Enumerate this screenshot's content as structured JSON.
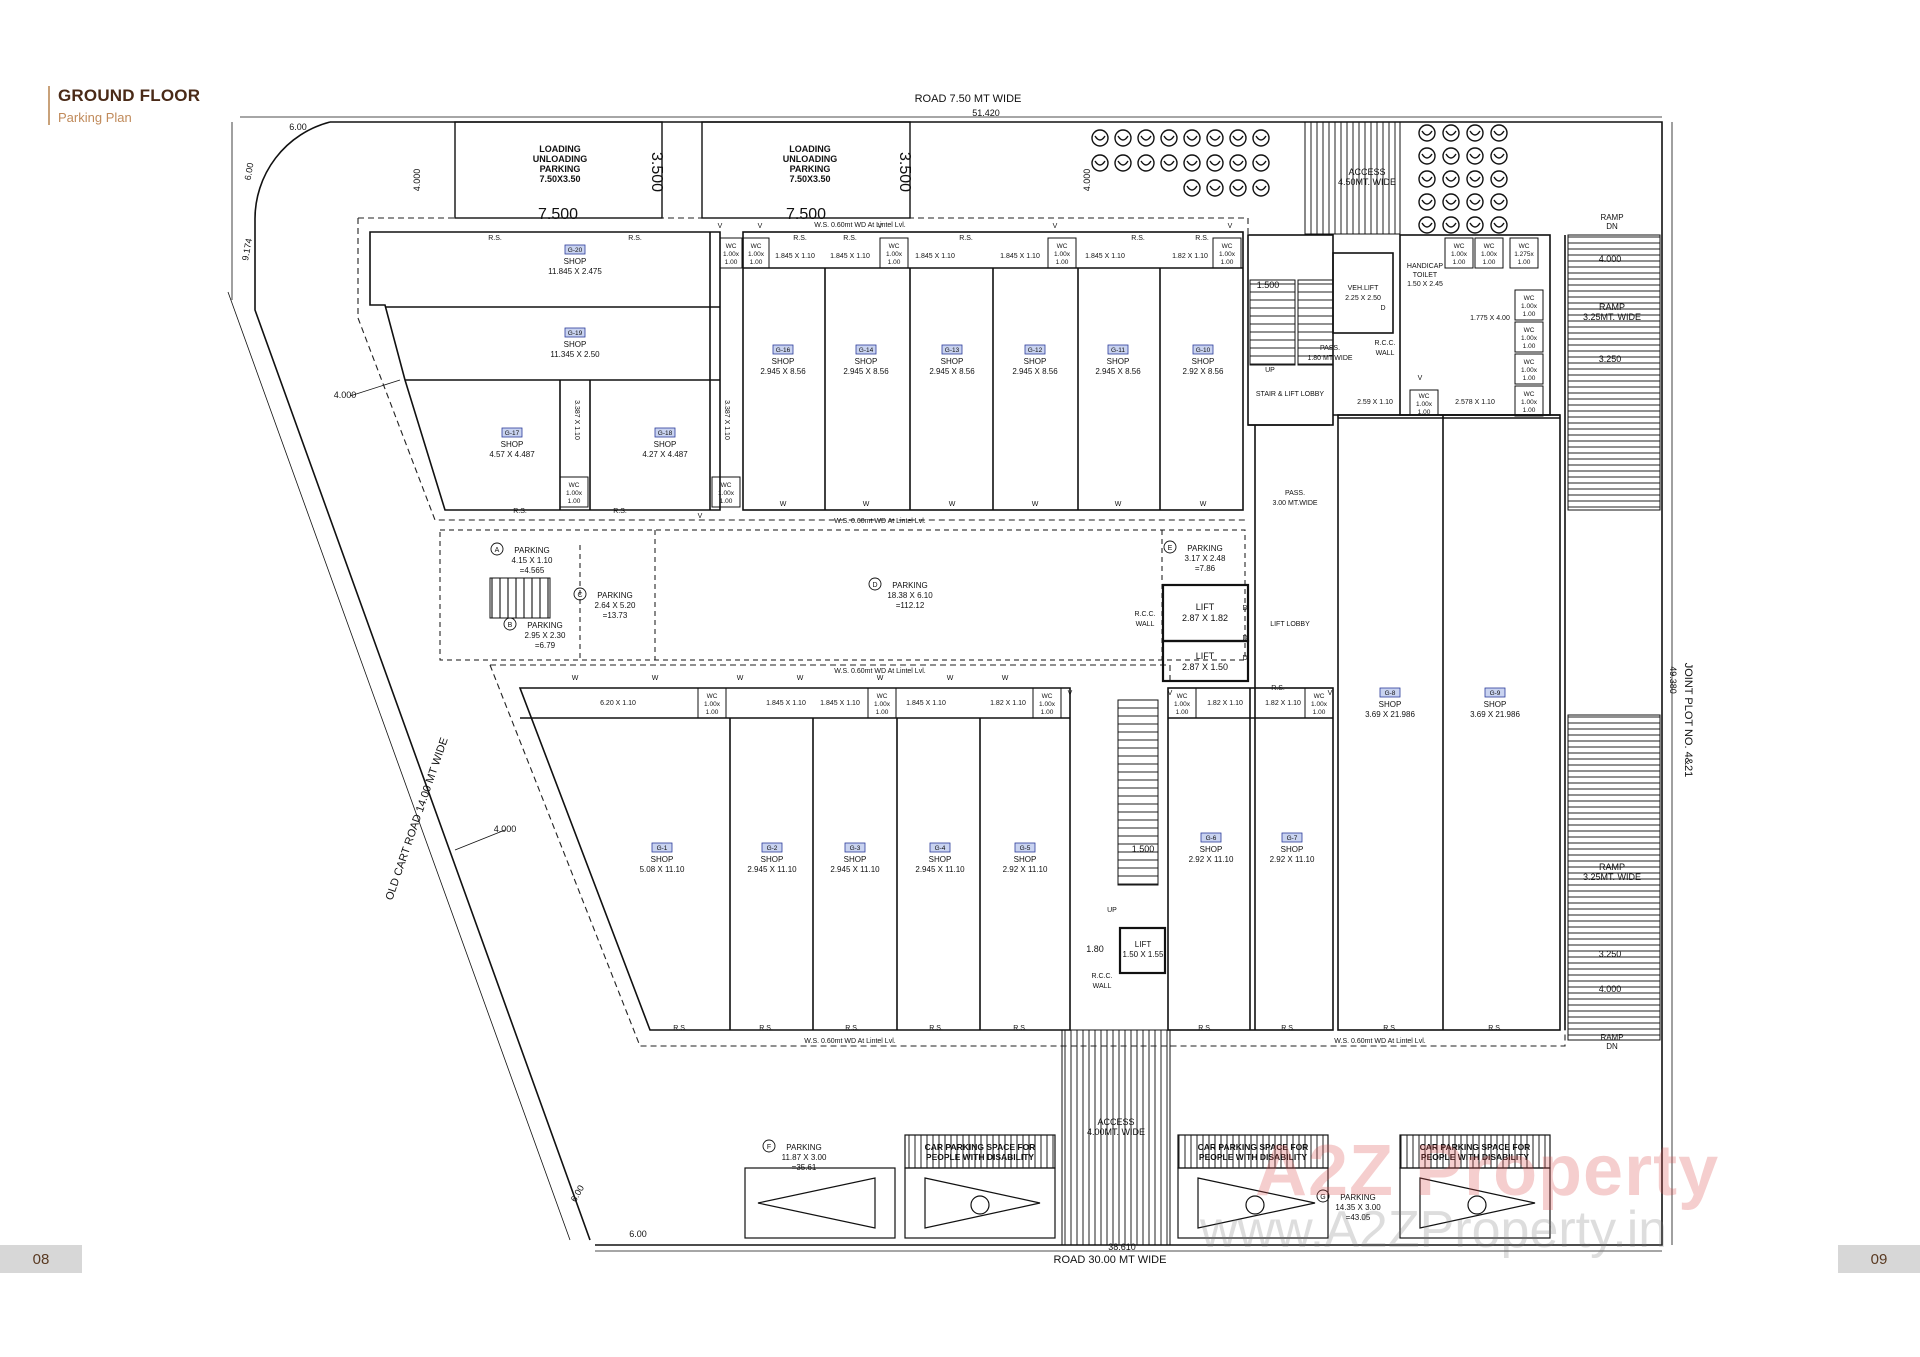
{
  "header": {
    "title": "GROUND FLOOR",
    "subtitle": "Parking Plan"
  },
  "page_numbers": {
    "left": "08",
    "right": "09"
  },
  "roads": {
    "top": "ROAD 7.50 MT WIDE",
    "top_dim": "51.420",
    "bottom": "ROAD 30.00 MT WIDE",
    "bottom_dim": "38.610",
    "left": "OLD CART ROAD 14.00 MT WIDE",
    "right": "JOINT PLOT NO. 4&21",
    "right_dim": "49.380"
  },
  "dims": {
    "d600_top": "6.00",
    "d600_left": "6.00",
    "d9174": "9.174",
    "d4000a": "4.000",
    "d4000b": "4.000",
    "d4000c": "4.000",
    "d4000d": "4.000",
    "d600_bottom": "6.00",
    "d600_bl": "6.00",
    "d1500": "1.500",
    "d3500a": "3.500",
    "d3500b": "3.500",
    "d7500a": "7.500",
    "d7500b": "7.500",
    "ramp_w1": "4.000",
    "ramp_w2": "3.250",
    "ramp_w3": "3.250",
    "ramp_w4": "4.000",
    "d180": "1.80",
    "d1500b": "1.500"
  },
  "loading": [
    {
      "line1": "LOADING",
      "line2": "UNLOADING",
      "line3": "PARKING",
      "line4": "7.50X3.50"
    },
    {
      "line1": "LOADING",
      "line2": "UNLOADING",
      "line3": "PARKING",
      "line4": "7.50X3.50"
    }
  ],
  "access_top": {
    "line1": "ACCESS",
    "line2": "4.50MT. WIDE"
  },
  "access_bottom": {
    "line1": "ACCESS",
    "line2": "4.00MT. WIDE"
  },
  "ramps": [
    {
      "line1": "RAMP",
      "line2": "DN"
    },
    {
      "line1": "RAMP",
      "line2": "3.25MT. WIDE"
    },
    {
      "line1": "RAMP",
      "line2": "3.25MT. WIDE"
    },
    {
      "line1": "RAMP",
      "line2": "DN"
    }
  ],
  "notes": {
    "ws_top": "W.S. 0.60mt WD At Lintel Lvl.",
    "ws_mid": "W.S. 0.60mt WD At Lintel Lvl.",
    "ws_mid2": "W.S. 0.60mt WD At Lintel Lvl.",
    "ws_bottom": "W.S. 0.60mt WD At Lintel Lvl.",
    "ws_bottom2": "W.S. 0.60mt WD At Lintel Lvl.",
    "stair_lobby": "STAIR & LIFT LOBBY",
    "lift_lobby": "LIFT LOBBY",
    "pass1": "PASS.",
    "pass1b": "1.80 MT.WIDE",
    "pass2": "PASS.",
    "pass2b": "3.00 MT.WIDE",
    "rcc": "R.C.C.",
    "wall": "WALL",
    "veh_lift": "VEH.LIFT",
    "veh_lift_dim": "2.25 X 2.50",
    "handicap": "HANDICAP",
    "toilet": "TOILET",
    "handicap_dim": "1.50 X 2.45",
    "up": "UP",
    "up2": "UP",
    "small_1775": "1.775 X 4.00"
  },
  "top_shops": [
    {
      "code": "G-20",
      "label": "SHOP",
      "dim": "11.845 X 2.475"
    },
    {
      "code": "G-19",
      "label": "SHOP",
      "dim": "11.345 X 2.50"
    },
    {
      "code": "G-17",
      "label": "SHOP",
      "dim": "4.57 X 4.487"
    },
    {
      "code": "G-18",
      "label": "SHOP",
      "dim": "4.27 X 4.487"
    },
    {
      "code": "G-16",
      "label": "SHOP",
      "dim": "2.945 X 8.56"
    },
    {
      "code": "G-14",
      "label": "SHOP",
      "dim": "2.945 X 8.56"
    },
    {
      "code": "G-13",
      "label": "SHOP",
      "dim": "2.945 X 8.56"
    },
    {
      "code": "G-12",
      "label": "SHOP",
      "dim": "2.945 X 8.56"
    },
    {
      "code": "G-11",
      "label": "SHOP",
      "dim": "2.945 X 8.56"
    },
    {
      "code": "G-10",
      "label": "SHOP",
      "dim": "2.92 X 8.56"
    }
  ],
  "bottom_shops": [
    {
      "code": "G-1",
      "label": "SHOP",
      "dim": "5.08 X 11.10"
    },
    {
      "code": "G-2",
      "label": "SHOP",
      "dim": "2.945 X 11.10"
    },
    {
      "code": "G-3",
      "label": "SHOP",
      "dim": "2.945 X 11.10"
    },
    {
      "code": "G-4",
      "label": "SHOP",
      "dim": "2.945 X 11.10"
    },
    {
      "code": "G-5",
      "label": "SHOP",
      "dim": "2.92 X 11.10"
    },
    {
      "code": "G-6",
      "label": "SHOP",
      "dim": "2.92 X 11.10"
    },
    {
      "code": "G-7",
      "label": "SHOP",
      "dim": "2.92 X 11.10"
    },
    {
      "code": "G-8",
      "label": "SHOP",
      "dim": "3.69 X 21.986"
    },
    {
      "code": "G-9",
      "label": "SHOP",
      "dim": "3.69 X 21.986"
    }
  ],
  "parkings": [
    {
      "letter": "A",
      "label": "PARKING",
      "dim": "4.15 X 1.10",
      "area": "=4.565"
    },
    {
      "letter": "B",
      "label": "PARKING",
      "dim": "2.95 X 2.30",
      "area": "=6.79"
    },
    {
      "letter": "C",
      "label": "PARKING",
      "dim": "2.64 X 5.20",
      "area": "=13.73"
    },
    {
      "letter": "D",
      "label": "PARKING",
      "dim": "18.38 X 6.10",
      "area": "=112.12"
    },
    {
      "letter": "E",
      "label": "PARKING",
      "dim": "3.17 X 2.48",
      "area": "=7.86"
    },
    {
      "letter": "F",
      "label": "PARKING",
      "dim": "11.87 X 3.00",
      "area": "=35.61"
    },
    {
      "letter": "G",
      "label": "PARKING",
      "dim": "14.35 X 3.00",
      "area": "=43.05"
    }
  ],
  "lifts": [
    {
      "label": "LIFT",
      "dim": "2.87 X 1.82"
    },
    {
      "label": "LIFT",
      "dim": "2.87 X 1.50"
    },
    {
      "label": "LIFT",
      "dim": "1.50 X 1.55"
    }
  ],
  "wc": {
    "label": "WC",
    "dim1": "1.00x",
    "dim2": "1.00"
  },
  "passage_dims": {
    "p1845": "1.845 X 1.10",
    "p182": "1.82 X 1.10",
    "p620": "6.20 X 1.10",
    "p259": "2.59 X 1.10",
    "p2578": "2.578 X 1.10",
    "p3387": "3.387 X 1.10",
    "w1275": "1.275x"
  },
  "disabled_parking": {
    "line1": "CAR PARKING SPACE FOR",
    "line2": "PEOPLE WITH DISABILITY"
  },
  "markers": {
    "rs": "R.S.",
    "w": "W",
    "v": "V",
    "d": "D",
    "rb": "R.B."
  },
  "watermark": {
    "brand": "A2Z Property",
    "url": "www.A2ZProperty.in"
  },
  "colors": {
    "line": "#111111",
    "dash": "#222222",
    "tag_fill": "#c9d3f0",
    "tag_stroke": "#2b3c9a",
    "brand": "#5a3a22",
    "accent": "#c9a27a"
  }
}
